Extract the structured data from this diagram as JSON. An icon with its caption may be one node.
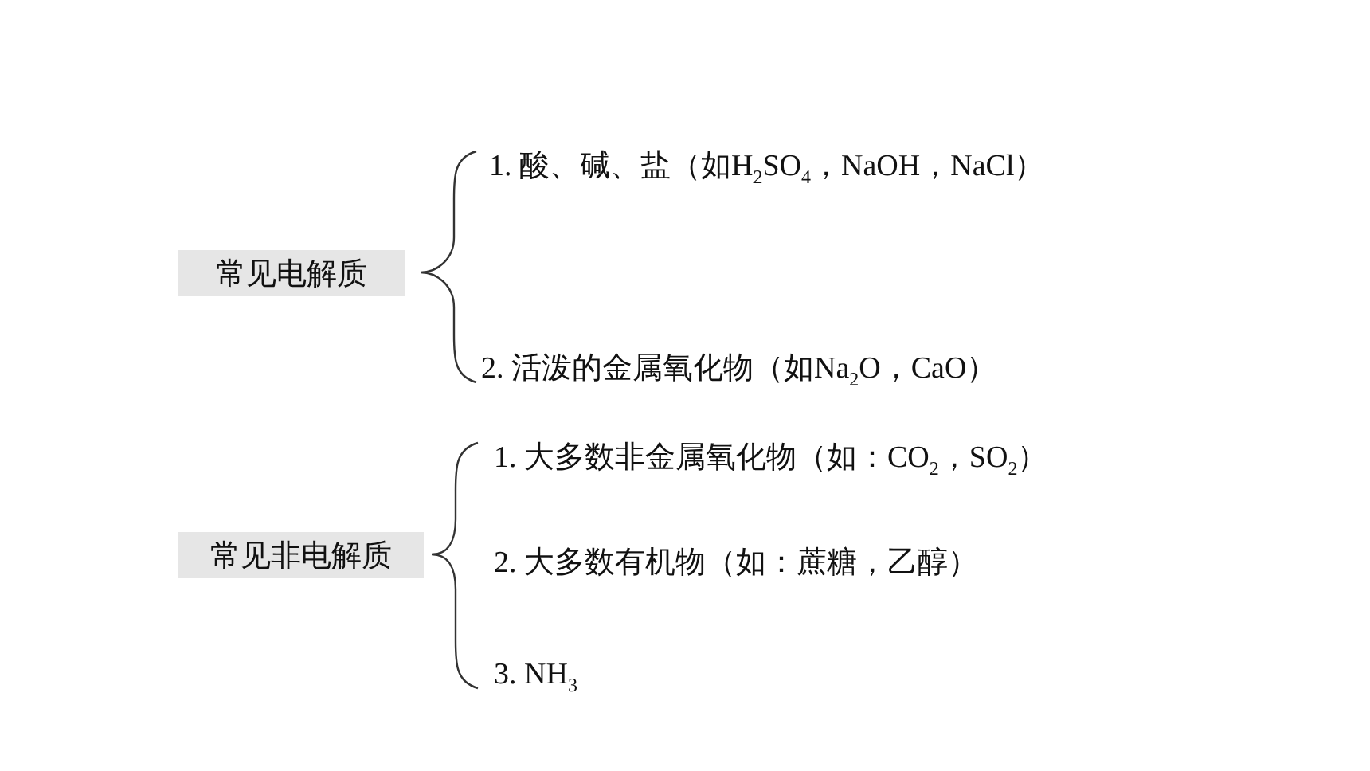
{
  "diagram": {
    "nodes": [
      {
        "text": [
          "常见电解质"
        ]
      },
      {
        "text": [
          "常见非电解质"
        ]
      }
    ],
    "labels": [
      "1. 酸、碱、盐（如H$_{2}$SO$_{4}$，NaOH，NaCl）",
      "2. 活泼的金属氧化物（如Na$_{2}$O，CaO）",
      "1. 大多数非金属氧化物（如：CO$_{2}$，SO$_{2}$）",
      "2. 大多数有机物（如：蔗糖，乙醇）",
      "3. NH$_{3}$"
    ]
  }
}
